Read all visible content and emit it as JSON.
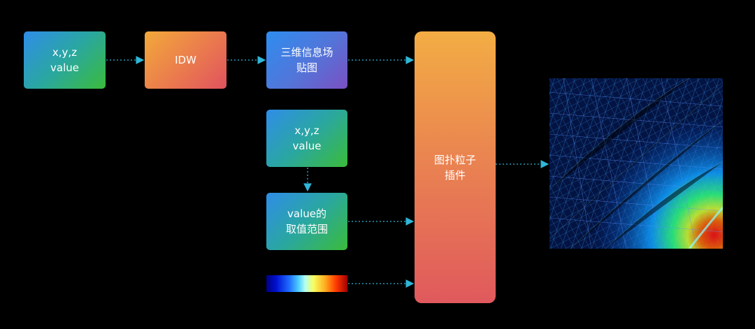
{
  "nodes": {
    "input_top": "x,y,z\nvalue",
    "idw": "IDW",
    "texture": "三维信息场\n贴图",
    "input_mid": "x,y,z\nvalue",
    "range": "value的\n取值范围",
    "plugin": "图扑粒子\n插件"
  },
  "colors": {
    "edge": "#2fb7d8",
    "background": "#000000"
  },
  "visual": {
    "legend_bar": "color-gradient-legend",
    "render": "particle-field-render"
  }
}
